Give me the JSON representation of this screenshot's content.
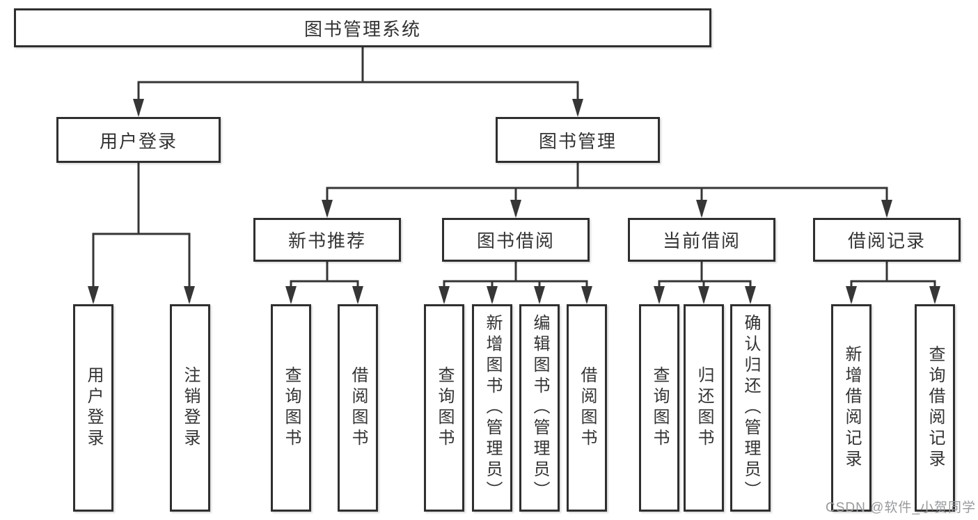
{
  "tree": {
    "root": {
      "label": "图书管理系统"
    },
    "level2": [
      {
        "label": "用户登录",
        "children": [
          {
            "label": "用户登录"
          },
          {
            "label": "注销登录"
          }
        ]
      },
      {
        "label": "图书管理",
        "children": [
          {
            "label": "新书推荐",
            "children": [
              {
                "label": "查询图书"
              },
              {
                "label": "借阅图书"
              }
            ]
          },
          {
            "label": "图书借阅",
            "children": [
              {
                "label": "查询图书"
              },
              {
                "label": "新增图书（管理员）"
              },
              {
                "label": "编辑图书（管理员）"
              },
              {
                "label": "借阅图书"
              }
            ]
          },
          {
            "label": "当前借阅",
            "children": [
              {
                "label": "查询图书"
              },
              {
                "label": "归还图书"
              },
              {
                "label": "确认归还（管理员）"
              }
            ]
          },
          {
            "label": "借阅记录",
            "children": [
              {
                "label": "新增借阅记录"
              },
              {
                "label": "查询借阅记录"
              }
            ]
          }
        ]
      }
    ]
  },
  "watermark": {
    "text": "CSDN @软件_小贺同学"
  },
  "colors": {
    "line": "#363636",
    "box_border": "#2f2f2f",
    "text": "#333333",
    "watermark": "#97999c",
    "background": "#ffffff"
  }
}
